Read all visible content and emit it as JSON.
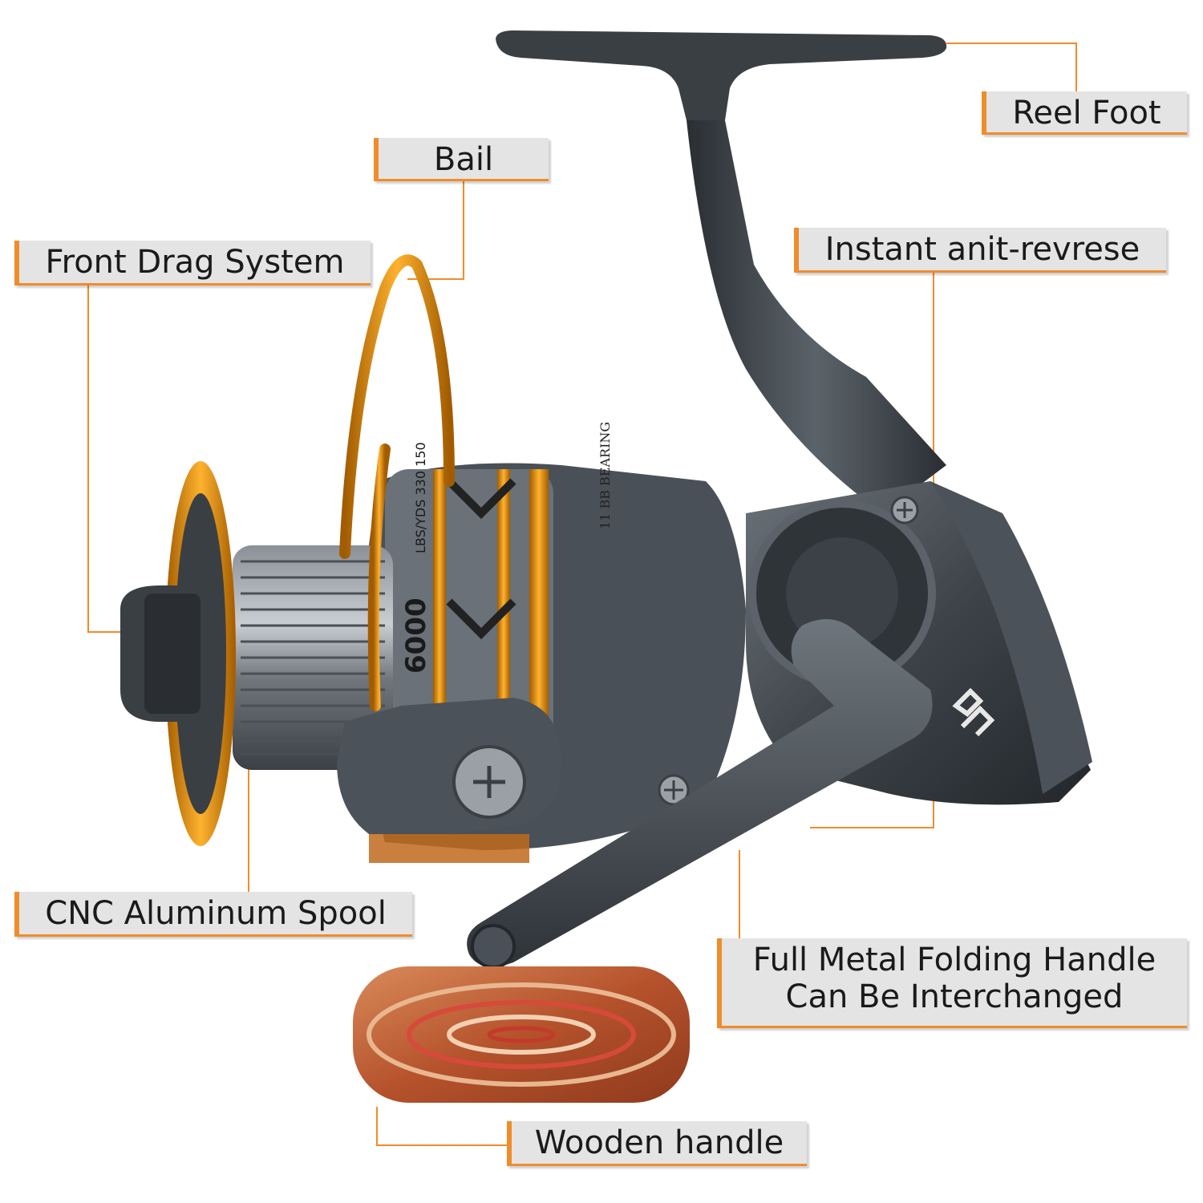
{
  "labels": {
    "reel_foot": "Reel Foot",
    "bail": "Bail",
    "front_drag": "Front Drag System",
    "anti_reverse": "Instant anit-revrese",
    "spool": "CNC Aluminum Spool",
    "folding_handle_line1": "Full Metal Folding Handle",
    "folding_handle_line2": "Can Be Interchanged",
    "wooden_handle": "Wooden handle"
  },
  "spool_marking": {
    "size": "6000",
    "line_capacity": "LBS/YDS 330 150",
    "bearings": "11 BB BEARING"
  },
  "colors": {
    "accent": "#f08c2a",
    "label_bg": "#e4e4e4",
    "body_dark": "#3a4046",
    "body_mid": "#5a6168",
    "gold": "#e89a1c",
    "wood": "#c8683c"
  },
  "icons": [
    "brand-logo-icon",
    "screw-icon"
  ]
}
